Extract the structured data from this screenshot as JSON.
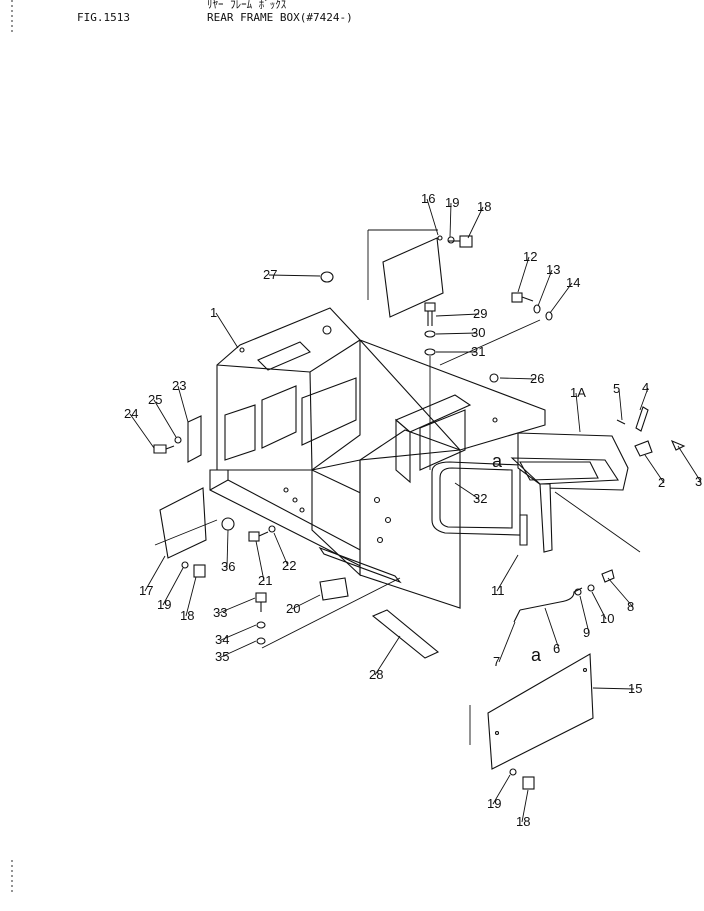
{
  "header": {
    "fig_no": "FIG.1513",
    "japanese_title": "ﾘﾔｰ ﾌﾚｰﾑ ﾎﾞｯｸｽ",
    "title": "REAR FRAME BOX(#7424-)"
  },
  "callouts": [
    "16",
    "19",
    "18",
    "27",
    "12",
    "13",
    "14",
    "29",
    "30",
    "31",
    "26",
    "1",
    "1A",
    "5",
    "4",
    "23",
    "25",
    "24",
    "2",
    "3",
    "32",
    "a",
    "36",
    "21",
    "22",
    "11",
    "17",
    "19",
    "18",
    "20",
    "8",
    "33",
    "9",
    "10",
    "34",
    "35",
    "7",
    "a",
    "6",
    "28",
    "15",
    "19",
    "18"
  ],
  "colors": {
    "ink": "#111111",
    "paper": "#ffffff"
  }
}
